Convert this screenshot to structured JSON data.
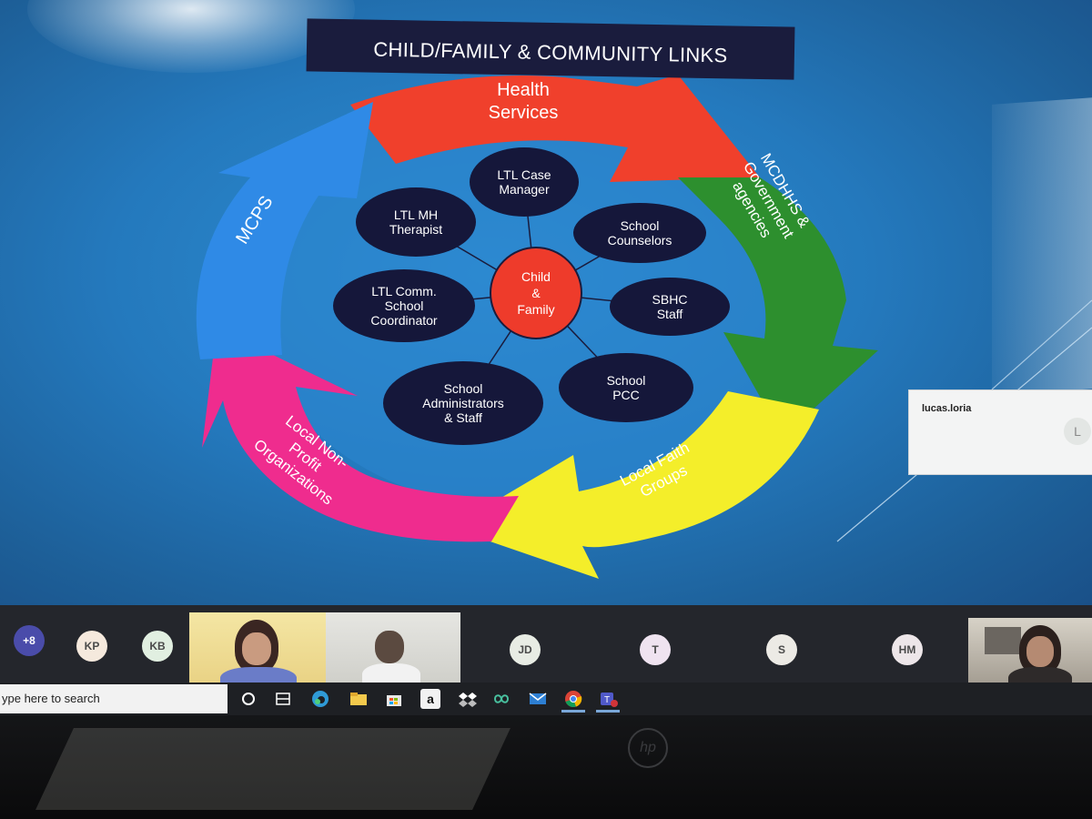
{
  "slide": {
    "title": "CHILD/FAMILY & COMMUNITY LINKS",
    "center": [
      "Child",
      "&",
      "Family"
    ],
    "nodes": [
      {
        "id": "ltl-case-manager",
        "lines": [
          "LTL Case",
          "Manager"
        ]
      },
      {
        "id": "ltl-mh-therapist",
        "lines": [
          "LTL MH",
          "Therapist"
        ]
      },
      {
        "id": "school-counselors",
        "lines": [
          "School",
          "Counselors"
        ]
      },
      {
        "id": "ltl-comm-school-coordinator",
        "lines": [
          "LTL Comm.",
          "School",
          "Coordinator"
        ]
      },
      {
        "id": "sbhc-staff",
        "lines": [
          "SBHC",
          "Staff"
        ]
      },
      {
        "id": "school-administrators-staff",
        "lines": [
          "School",
          "Administrators",
          "& Staff"
        ]
      },
      {
        "id": "school-pcc",
        "lines": [
          "School",
          "PCC"
        ]
      }
    ],
    "ring_labels": {
      "health": [
        "Health",
        "Services"
      ],
      "mcdhhs": [
        "MCDHHS &",
        "Government",
        "agencies"
      ],
      "faith": [
        "Local Faith",
        "Groups"
      ],
      "nonprofit": [
        "Local Non-",
        "Profit",
        "Organizations"
      ],
      "mcps": [
        "MCPS"
      ]
    },
    "colors": {
      "health": "#f0402c",
      "mcdhhs": "#2d8f2e",
      "faith": "#f4ee2a",
      "nonprofit": "#ef2c8e",
      "mcps": "#2f8ae6",
      "node_fill": "#15173a",
      "center_fill": "#ee3b2b",
      "title_bg": "#1a1c3d"
    }
  },
  "participant_tile": {
    "name": "lucas.loria",
    "initial": "L"
  },
  "participants": {
    "overflow": "+8",
    "initials": [
      "KP",
      "KB",
      "JD",
      "T",
      "S",
      "HM"
    ]
  },
  "taskbar": {
    "search_placeholder": "ype here to search",
    "apps": [
      "cortana-icon",
      "task-view-icon",
      "edge-icon",
      "file-explorer-icon",
      "store-icon",
      "amazon-icon",
      "dropbox-icon",
      "infinity-icon",
      "mail-icon",
      "chrome-icon",
      "teams-icon"
    ],
    "amazon_glyph": "a"
  },
  "device": {
    "brand": "hp"
  }
}
